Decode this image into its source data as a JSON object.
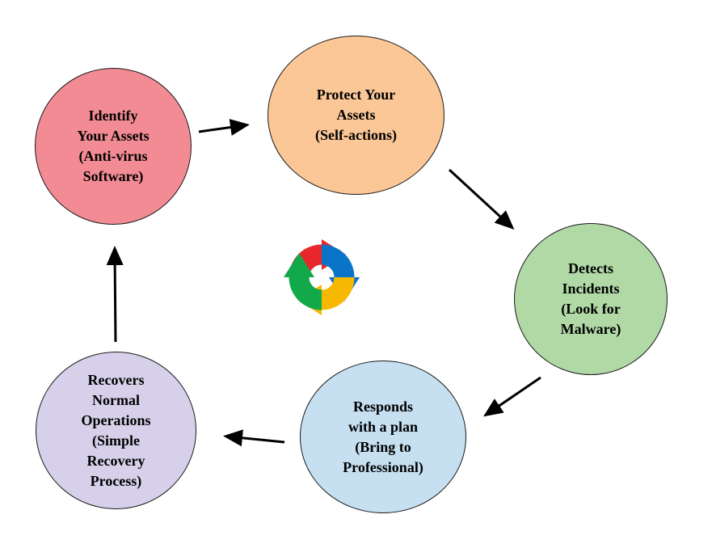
{
  "nodes": {
    "identify": {
      "label": "Identify\nYour Assets\n(Anti-virus\nSoftware)",
      "color": "#f28b93"
    },
    "protect": {
      "label": "Protect Your\nAssets\n(Self-actions)",
      "color": "#fbc797"
    },
    "detect": {
      "label": "Detects\nIncidents\n(Look for\nMalware)",
      "color": "#b0d9a6"
    },
    "respond": {
      "label": "Responds\nwith a plan\n(Bring to\nProfessional)",
      "color": "#c6dff1"
    },
    "recover": {
      "label": "Recovers\nNormal\nOperations\n(Simple\nRecovery\nProcess)",
      "color": "#d7d0ea"
    }
  },
  "cycle_icon": {
    "name": "recycle-arrows-icon",
    "colors": [
      "#e8262b",
      "#0a74c7",
      "#f6b800",
      "#12a94b"
    ]
  },
  "connector_color": "#000000"
}
